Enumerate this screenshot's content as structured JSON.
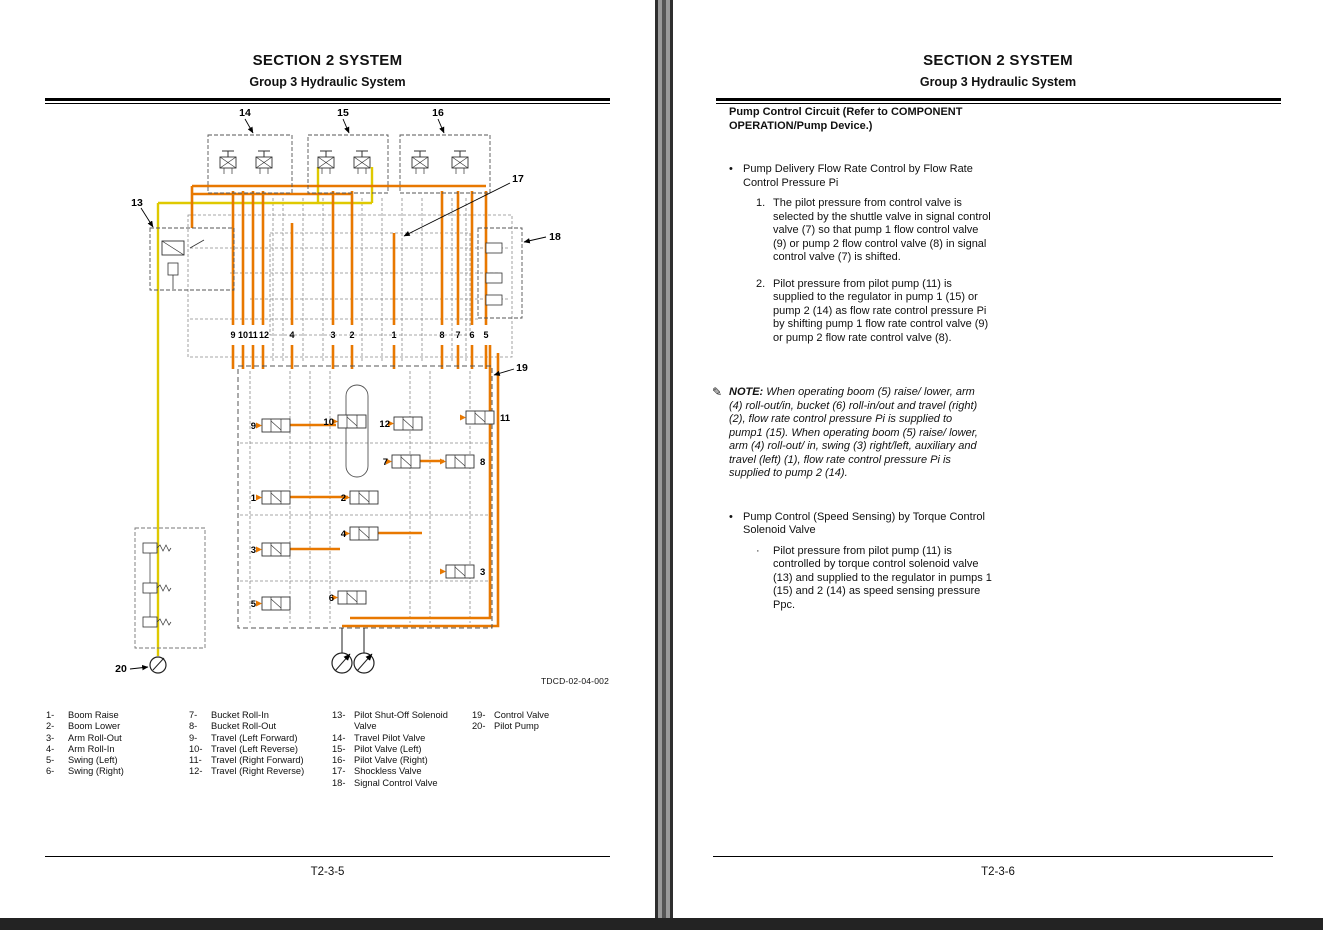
{
  "left": {
    "section": "SECTION 2 SYSTEM",
    "group": "Group 3 Hydraulic System",
    "page_number": "T2-3-5",
    "drawing_code": "TDCD-02-04-002",
    "legend": [
      [
        {
          "n": "1-",
          "t": "Boom Raise"
        },
        {
          "n": "2-",
          "t": "Boom Lower"
        },
        {
          "n": "3-",
          "t": "Arm Roll-Out"
        },
        {
          "n": "4-",
          "t": "Arm Roll-In"
        },
        {
          "n": "5-",
          "t": "Swing (Left)"
        },
        {
          "n": "6-",
          "t": "Swing (Right)"
        }
      ],
      [
        {
          "n": "7-",
          "t": "Bucket Roll-In"
        },
        {
          "n": "8-",
          "t": "Bucket Roll-Out"
        },
        {
          "n": "9-",
          "t": "Travel (Left Forward)"
        },
        {
          "n": "10-",
          "t": "Travel (Left Reverse)"
        },
        {
          "n": "11-",
          "t": "Travel (Right Forward)"
        },
        {
          "n": "12-",
          "t": "Travel (Right Reverse)"
        }
      ],
      [
        {
          "n": "13-",
          "t": "Pilot Shut-Off Solenoid Valve"
        },
        {
          "n": "14-",
          "t": "Travel Pilot Valve"
        },
        {
          "n": "15-",
          "t": "Pilot Valve (Left)"
        },
        {
          "n": "16-",
          "t": "Pilot Valve (Right)"
        },
        {
          "n": "17-",
          "t": "Shockless Valve"
        },
        {
          "n": "18-",
          "t": "Signal Control Valve"
        }
      ],
      [
        {
          "n": "19-",
          "t": "Control Valve"
        },
        {
          "n": "20-",
          "t": "Pilot Pump"
        }
      ]
    ],
    "diagram": {
      "colors": {
        "orange_line": "#E87800",
        "yellow_line": "#DFC900",
        "dashed_pilot": "#8a8a8a"
      },
      "callouts": {
        "c13": "13",
        "c14": "14",
        "c15": "15",
        "c16": "16",
        "c17": "17",
        "c18": "18",
        "c19": "19",
        "c20": "20"
      },
      "ports": {
        "p9": "9",
        "p10": "10",
        "p11": "11",
        "p12": "12",
        "p4": "4",
        "p3": "3",
        "p2": "2",
        "p1": "1",
        "p8": "8",
        "p7": "7",
        "p6": "6",
        "p5": "5"
      },
      "valves": {
        "v9": "9",
        "v10": "10",
        "v12": "12",
        "v11": "11",
        "v7": "7",
        "v8": "8",
        "v1": "1",
        "v2": "2",
        "v4": "4",
        "v3a": "3",
        "v3b": "3",
        "v5": "5",
        "v6": "6"
      }
    }
  },
  "right": {
    "section": "SECTION 2 SYSTEM",
    "group": "Group 3 Hydraulic System",
    "page_number": "T2-3-6",
    "bullet": "•",
    "sub_bullet": "·",
    "note_icon": "✎",
    "heading": "Pump Control Circuit (Refer to COMPONENT OPERATION/Pump Device.)",
    "b1_title": "Pump Delivery Flow Rate Control by Flow Rate  Control Pressure Pi",
    "b1_items": [
      {
        "n": "1.",
        "t": "The pilot pressure from control valve is selected by the shuttle valve in signal control valve (7) so that pump 1 flow control valve (9) or pump 2 flow control valve (8) in signal control valve (7) is shifted."
      },
      {
        "n": "2.",
        "t": "Pilot pressure from pilot pump (11) is supplied to the regulator in pump 1 (15) or pump 2 (14) as flow rate control pressure Pi by shifting pump 1 flow rate control valve (9) or pump 2 flow rate control valve (8)."
      }
    ],
    "note_label": "NOTE:",
    "note_text": "When operating boom (5) raise/ lower, arm (4) roll-out/in, bucket (6) roll-in/out and travel (right) (2), flow rate control pressure Pi is supplied to pump1 (15). When operating boom (5) raise/ lower, arm (4) roll-out/ in, swing (3) right/left, auxiliary and travel (left) (1), flow rate control pressure Pi is supplied to pump 2 (14).",
    "b2_title": "Pump Control (Speed Sensing) by Torque Control Solenoid Valve",
    "b2_text": "Pilot pressure from pilot pump (11) is controlled by torque control solenoid valve (13) and supplied to the regulator in pumps 1 (15) and 2 (14) as speed sensing pressure Ppc."
  }
}
